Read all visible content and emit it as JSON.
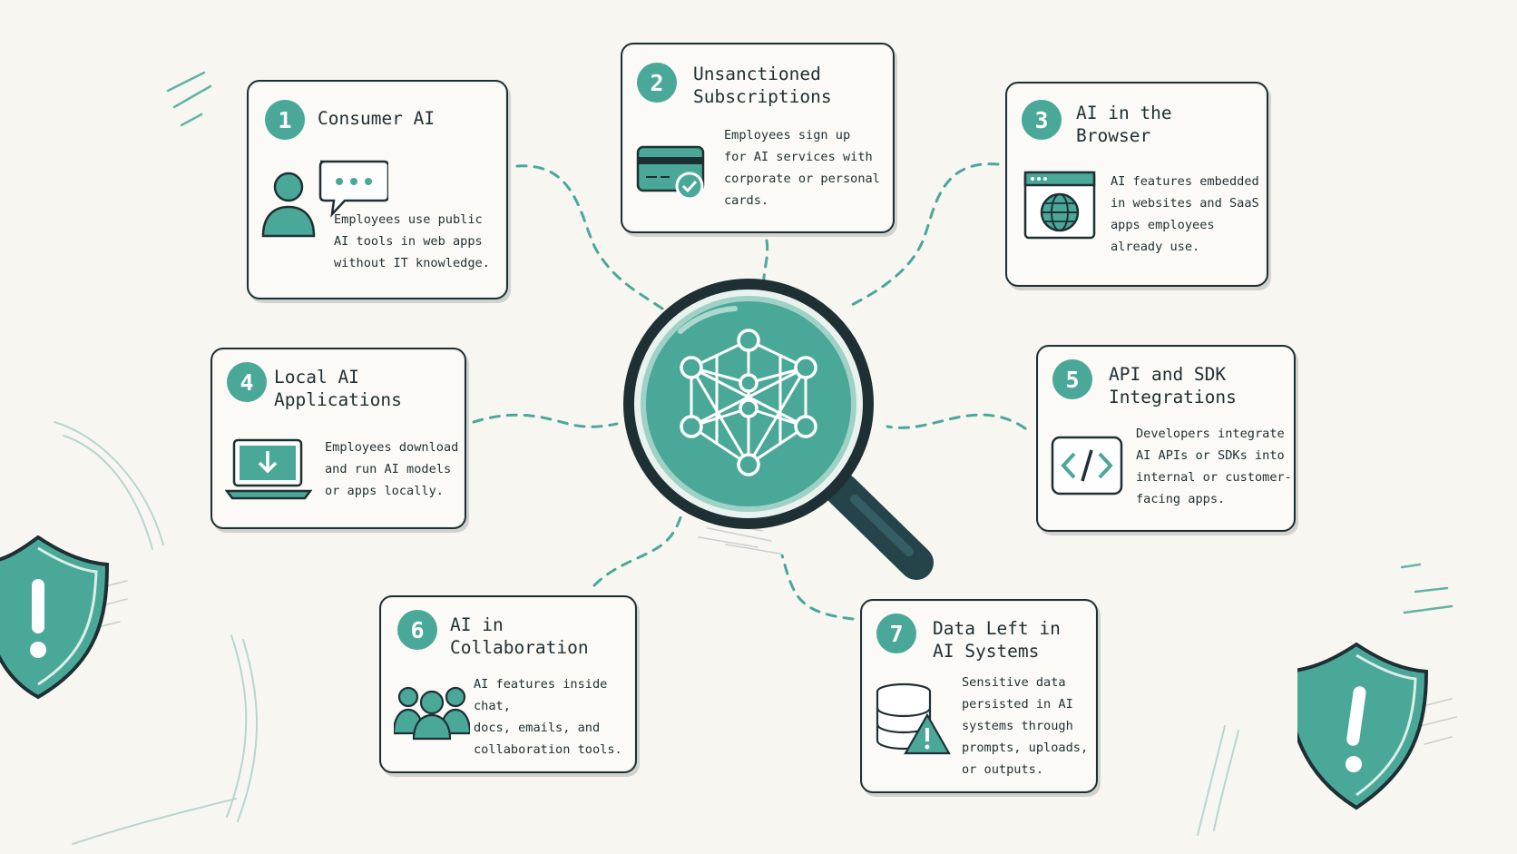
{
  "cards": [
    {
      "number": "1",
      "title": "Consumer AI",
      "description": "Employees use public\nAI tools in web apps\nwithout IT knowledge.",
      "icon": "user-chat-icon"
    },
    {
      "number": "2",
      "title": "Unsanctioned\nSubscriptions",
      "description": "Employees sign up\nfor AI services with\ncorporate or personal\ncards.",
      "icon": "credit-card-check-icon"
    },
    {
      "number": "3",
      "title": "AI in the\nBrowser",
      "description": "AI features embedded\nin websites and SaaS\napps employees\nalready use.",
      "icon": "browser-globe-icon"
    },
    {
      "number": "4",
      "title": "Local AI\nApplications",
      "description": "Employees download\nand run AI models\nor apps locally.",
      "icon": "laptop-download-icon"
    },
    {
      "number": "5",
      "title": "API and SDK\nIntegrations",
      "description": "Developers integrate\nAI APIs or SDKs into\ninternal or customer-\nfacing apps.",
      "icon": "code-icon"
    },
    {
      "number": "6",
      "title": "AI in\nCollaboration",
      "description": "AI features inside chat,\ndocs, emails, and\ncollaboration tools.",
      "icon": "group-users-icon"
    },
    {
      "number": "7",
      "title": "Data Left in\nAI Systems",
      "description": "Sensitive data\npersisted in AI\nsystems through\nprompts, uploads,\nor outputs.",
      "icon": "database-warning-icon"
    }
  ],
  "center": {
    "icon": "magnifier-neural-network-icon"
  },
  "decorations": {
    "icon": "warning-shield-icon"
  },
  "colors": {
    "accent": "#4aa898",
    "ink": "#1f3034",
    "background": "#f8f6f1"
  }
}
